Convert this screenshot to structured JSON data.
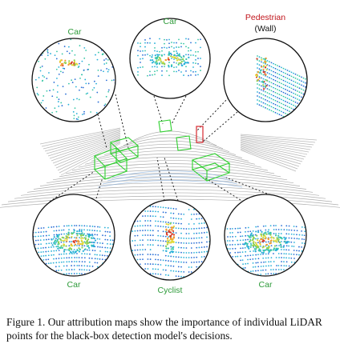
{
  "labels": {
    "top_left": "Car",
    "top_center": "Car",
    "top_right_primary": "Pedestrian",
    "top_right_secondary": "(Wall)",
    "bottom_left": "Car",
    "bottom_center": "Cyclist",
    "bottom_right": "Car"
  },
  "colors": {
    "box_green": "#2fd12f",
    "box_red": "#d7282f",
    "label_green": "#2e9b3a",
    "label_red": "#c0141b",
    "lidar_gray": "#8a8a8a"
  },
  "caption": {
    "text": "Figure 1. Our attribution maps show the importance of individual LiDAR points for the black-box detection model's decisions."
  }
}
